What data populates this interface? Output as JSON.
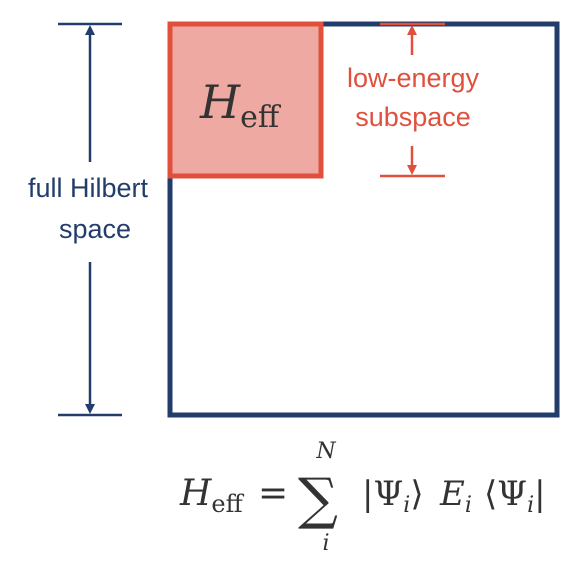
{
  "full_space": {
    "label_line1": "full Hilbert",
    "label_line2": "space",
    "color": "#223d6b"
  },
  "subspace": {
    "label_line1": "low-energy",
    "label_line2": "subspace",
    "fill_color": "#eeaaa2",
    "stroke_color": "#e0503c"
  },
  "heff_box": {
    "symbol": "H",
    "subscript": "eff"
  },
  "equation": {
    "lhs_symbol": "H",
    "lhs_subscript": "eff",
    "equals": "=",
    "sum_symbol": "∑",
    "sum_upper": "N",
    "sum_lower": "i",
    "ket": "|Ψ",
    "ket_sub": "i",
    "ket_close": "⟩",
    "energy": "E",
    "energy_sub": "i",
    "bra_open": "⟨Ψ",
    "bra_sub": "i",
    "bra_close": "|"
  }
}
